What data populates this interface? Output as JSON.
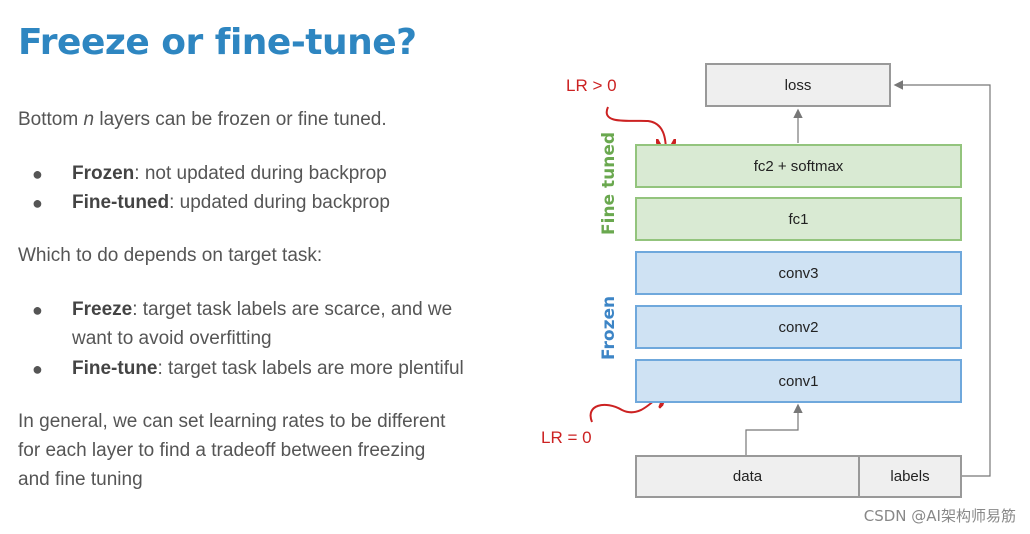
{
  "title": "Freeze or fine-tune?",
  "intro": {
    "before": "Bottom ",
    "italic": "n",
    "after": " layers can be frozen or fine tuned."
  },
  "bullets1": [
    {
      "bold": "Frozen",
      "rest": ": not updated during backprop"
    },
    {
      "bold": "Fine-tuned",
      "rest": ": updated during backprop"
    }
  ],
  "question": "Which to do depends on target task:",
  "bullets2": [
    {
      "bold": "Freeze",
      "rest": ": target task labels are scarce, and we",
      "line2": "want to avoid overfitting"
    },
    {
      "bold": "Fine-tune",
      "rest": ": target task labels are more plentiful"
    }
  ],
  "conclusion": [
    "In general, we can set learning rates to be different",
    "for each layer to find a tradeoff between freezing",
    "and fine tuning"
  ],
  "diagram": {
    "loss": "loss",
    "fc2": "fc2 + softmax",
    "fc1": "fc1",
    "conv3": "conv3",
    "conv2": "conv2",
    "conv1": "conv1",
    "data": "data",
    "labels": "labels",
    "fine_tuned_label": "Fine tuned",
    "frozen_label": "Frozen",
    "lr_top": "LR > 0",
    "lr_bottom": "LR = 0",
    "colors": {
      "green_fill": "#d9ead3",
      "green_border": "#93c47d",
      "blue_fill": "#cfe2f3",
      "blue_border": "#6fa8dc",
      "gray_fill": "#efefef",
      "red": "#cc2222",
      "fine_tuned_text": "#6aa84f",
      "frozen_text": "#3d85c6"
    }
  },
  "watermark": "CSDN @AI架构师易筋"
}
